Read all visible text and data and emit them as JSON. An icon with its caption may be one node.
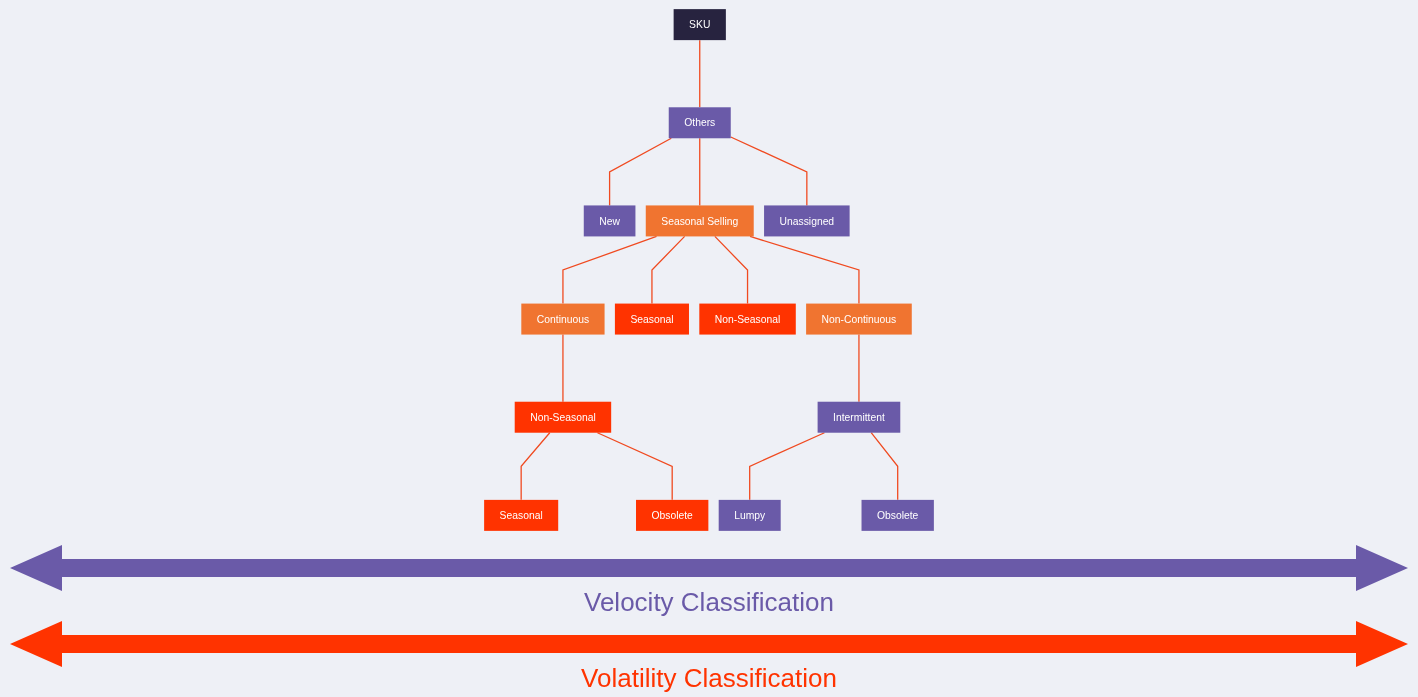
{
  "diagram": {
    "nodes": [
      {
        "text": [
          "SKU"
        ]
      },
      {
        "text": [
          "New"
        ]
      },
      {
        "text": [
          "Others"
        ]
      },
      {
        "text": [
          "Unassigned"
        ]
      },
      {
        "text": [
          "Continuous"
        ]
      },
      {
        "text": [
          "Seasonal Selling"
        ]
      },
      {
        "text": [
          "Non-Continuous"
        ]
      },
      {
        "text": [
          "Seasonal"
        ]
      },
      {
        "text": [
          "Non-Seasonal"
        ]
      },
      {
        "text": [
          "Obsolete"
        ]
      },
      {
        "text": [
          "Lumpy"
        ]
      },
      {
        "text": [
          "Intermittent"
        ]
      },
      {
        "text": [
          "Obsolete"
        ]
      },
      {
        "text": [
          "Seasonal"
        ]
      },
      {
        "text": [
          "Non-Seasonal"
        ]
      }
    ],
    "edges": [
      {
        "from": 0,
        "to": 2,
        "arrow": "none"
      },
      {
        "from": 2,
        "to": 1,
        "arrow": "none"
      },
      {
        "from": 2,
        "to": 3,
        "arrow": "none"
      },
      {
        "from": 2,
        "to": 5,
        "arrow": "none"
      },
      {
        "from": 5,
        "to": 4,
        "arrow": "none"
      },
      {
        "from": 5,
        "to": 6,
        "arrow": "none"
      },
      {
        "from": 4,
        "to": 8,
        "arrow": "none"
      },
      {
        "from": 8,
        "to": 7,
        "arrow": "none"
      },
      {
        "from": 8,
        "to": 9,
        "arrow": "none"
      },
      {
        "from": 6,
        "to": 11,
        "arrow": "none"
      },
      {
        "from": 11,
        "to": 10,
        "arrow": "none"
      },
      {
        "from": 11,
        "to": 12,
        "arrow": "none"
      },
      {
        "from": 5,
        "to": 13,
        "arrow": "none"
      },
      {
        "from": 5,
        "to": 14,
        "arrow": "none"
      }
    ],
    "labels": [
      "Velocity Classification",
      "Volatility Classification"
    ]
  }
}
